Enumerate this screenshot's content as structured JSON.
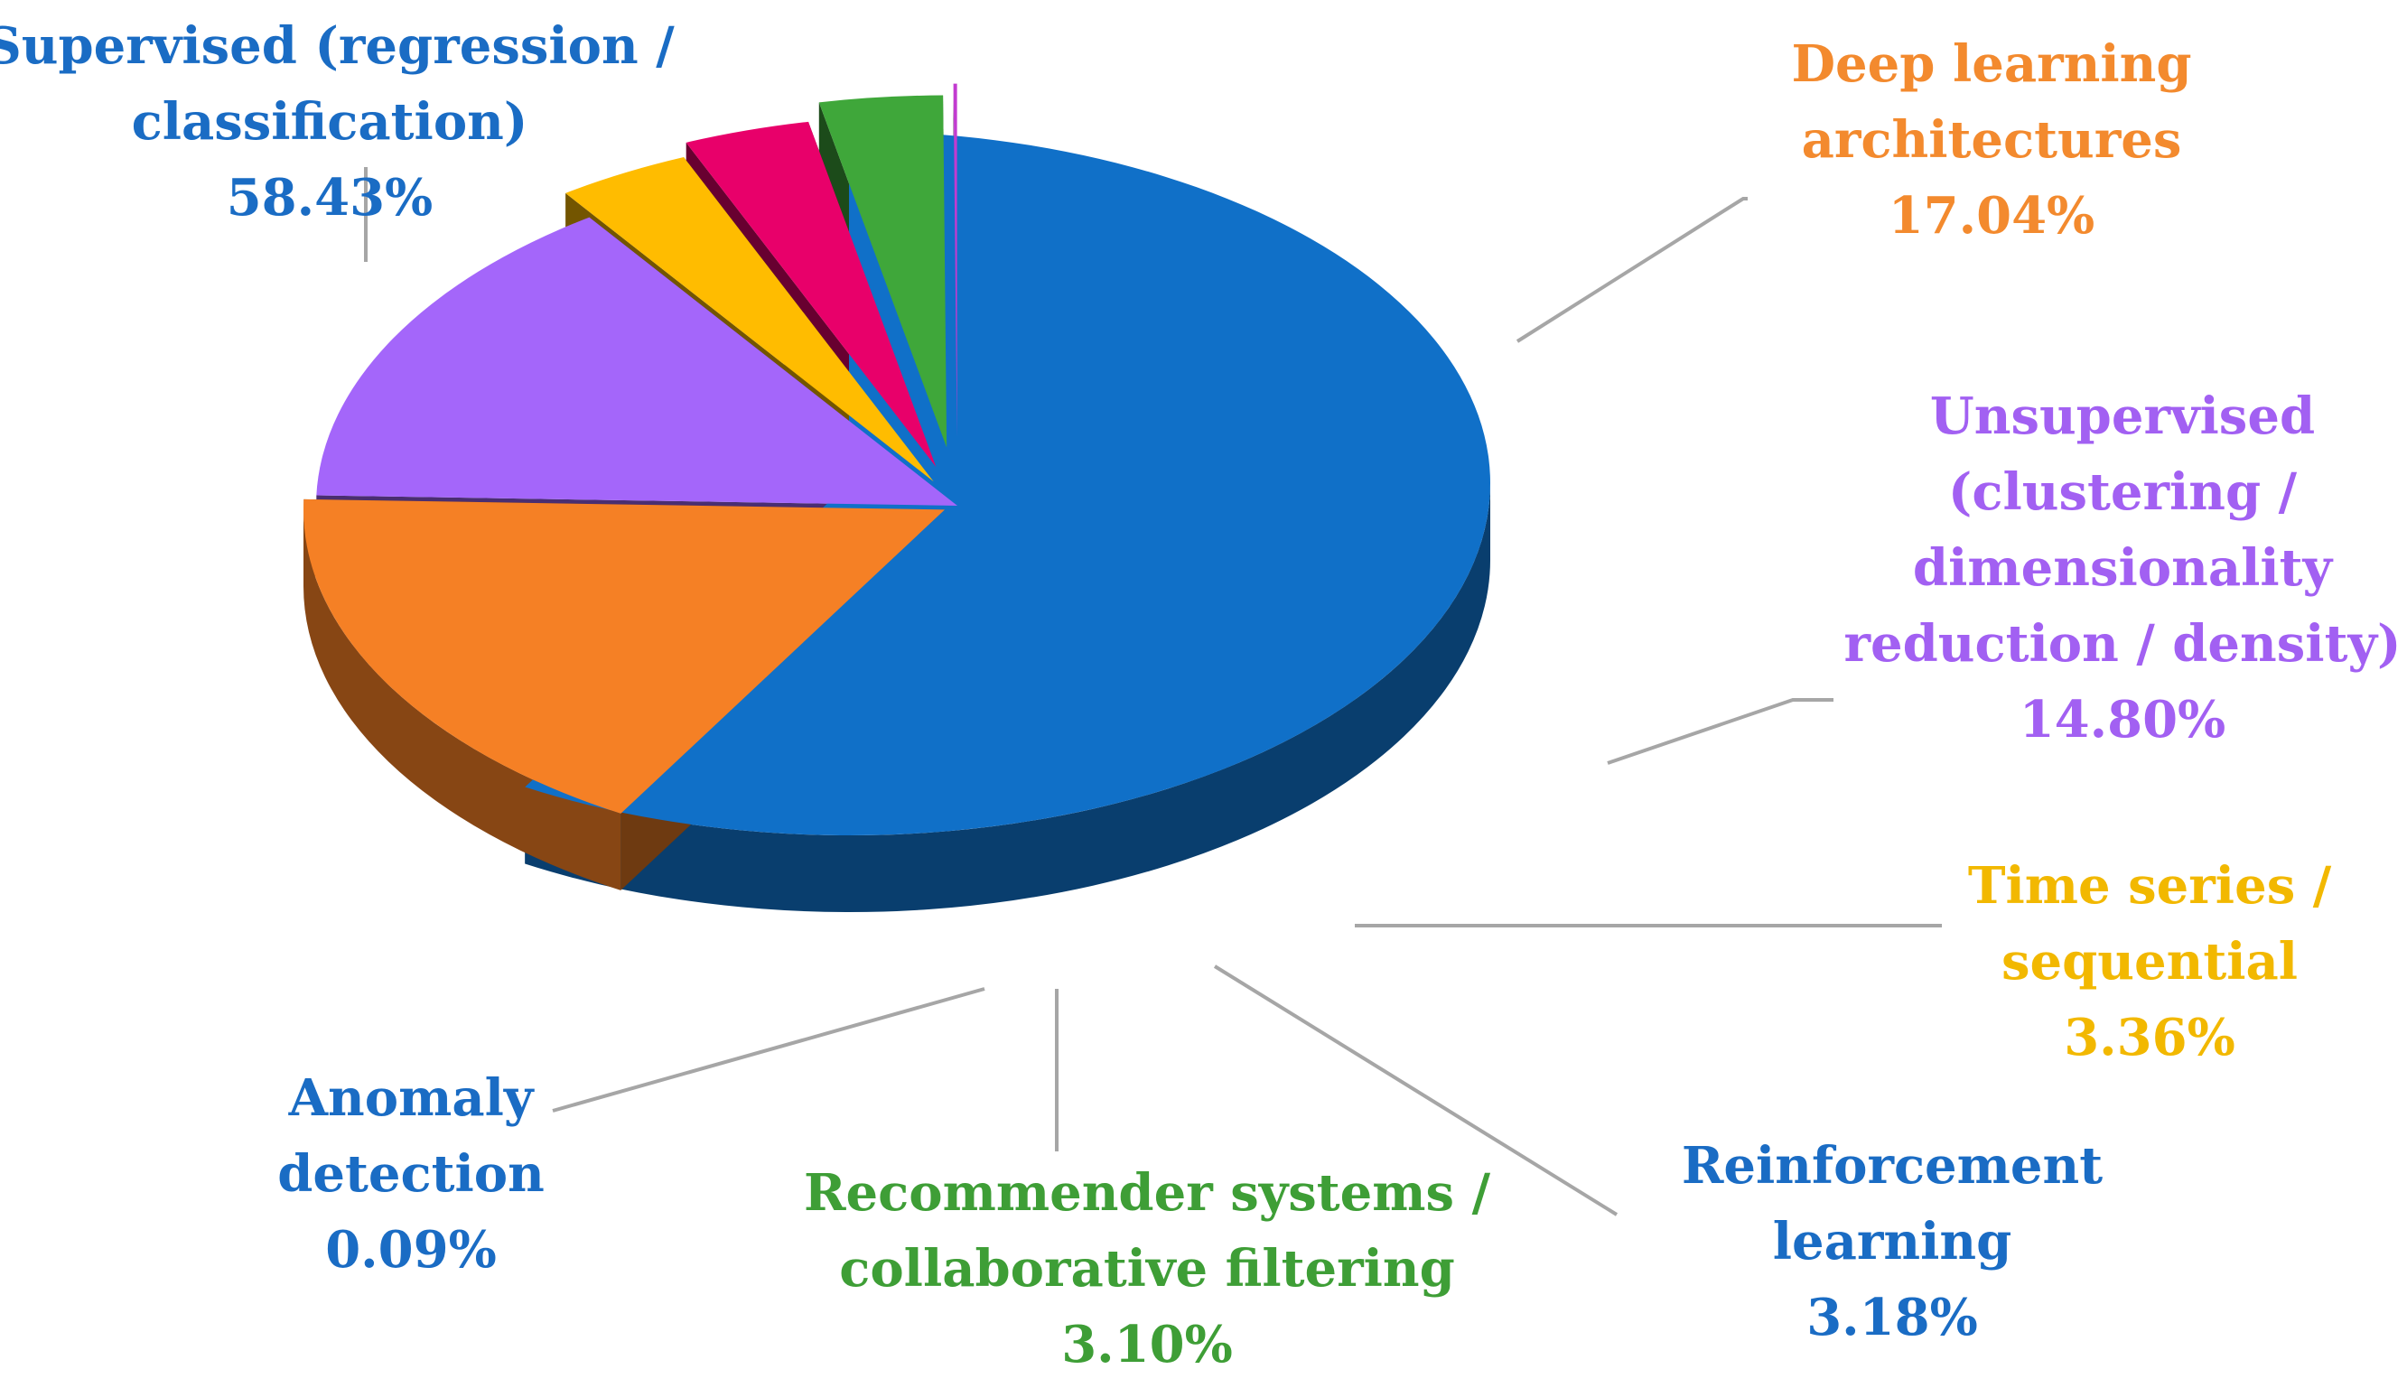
{
  "chart_data": {
    "type": "pie",
    "title": "",
    "slices": [
      {
        "label_lines": [
          "Supervised (regression /",
          "classification)"
        ],
        "value": 58.43,
        "value_text": "58.43%",
        "color": "#1070C8"
      },
      {
        "label_lines": [
          "Deep learning",
          "architectures"
        ],
        "value": 17.04,
        "value_text": "17.04%",
        "color": "#F58025"
      },
      {
        "label_lines": [
          "Unsupervised",
          "(clustering /",
          "dimensionality",
          "reduction / density)"
        ],
        "value": 14.8,
        "value_text": "14.80%",
        "color": "#A466FA"
      },
      {
        "label_lines": [
          "Time series /",
          "sequential"
        ],
        "value": 3.36,
        "value_text": "3.36%",
        "color": "#FFBC00"
      },
      {
        "label_lines": [
          "Reinforcement",
          "learning"
        ],
        "value": 3.18,
        "value_text": "3.18%",
        "color": "#E8006A"
      },
      {
        "label_lines": [
          "Recommender systems /",
          "collaborative filtering"
        ],
        "value": 3.1,
        "value_text": "3.10%",
        "color": "#3FA73A"
      },
      {
        "label_lines": [
          "Anomaly",
          "detection"
        ],
        "value": 0.09,
        "value_text": "0.09%",
        "color": "#C23BD0"
      }
    ],
    "label_colors": [
      "#1A6CC4",
      "#F38A2E",
      "#A260F2",
      "#F2B800",
      "#1A6CC4",
      "#3E9E36",
      "#1A6CC4"
    ],
    "style": "3d-exploded",
    "legend": "none"
  }
}
